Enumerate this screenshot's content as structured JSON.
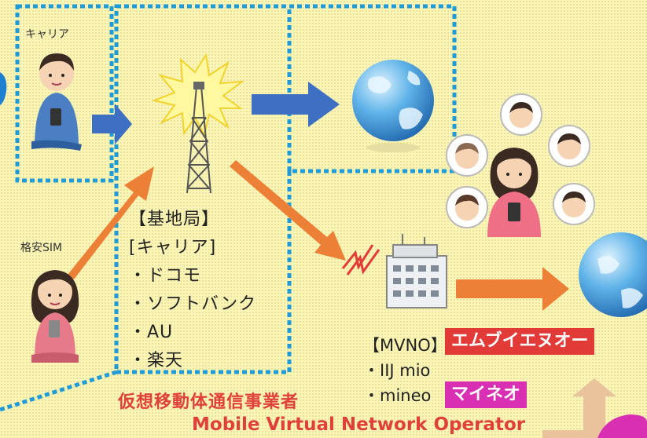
{
  "carrier_label": "キャリア",
  "cheap_sim_label": "格安SIM",
  "base_station": {
    "title": "【基地局】",
    "subtitle": "[キャリア]",
    "items": [
      "・ドコモ",
      "・ソフトバンク",
      "・AU",
      "・楽天"
    ]
  },
  "mvno": {
    "title": "【MVNO】",
    "items": [
      "・IIJ mio",
      "・mineo"
    ]
  },
  "banners": {
    "mvno_reading": "エムブイエヌオー",
    "mineo_reading": "マイネオ"
  },
  "bottom": {
    "japanese": "仮想移動体通信事業者",
    "english": "Mobile Virtual Network Operator"
  },
  "colors": {
    "background": "#fbf6b8",
    "dashed_border": "#1f9bd7",
    "blue_arrow": "#3d6fc2",
    "orange_arrow": "#ec8037",
    "banner_red": "#e23a37",
    "banner_magenta": "#d82fb3",
    "text_red": "#e0403a"
  },
  "icons": [
    "person-phone-icon",
    "cell-tower-icon",
    "globe-icon",
    "mvno-building-icon",
    "signal-icon",
    "speech-bubble-face-icon"
  ]
}
